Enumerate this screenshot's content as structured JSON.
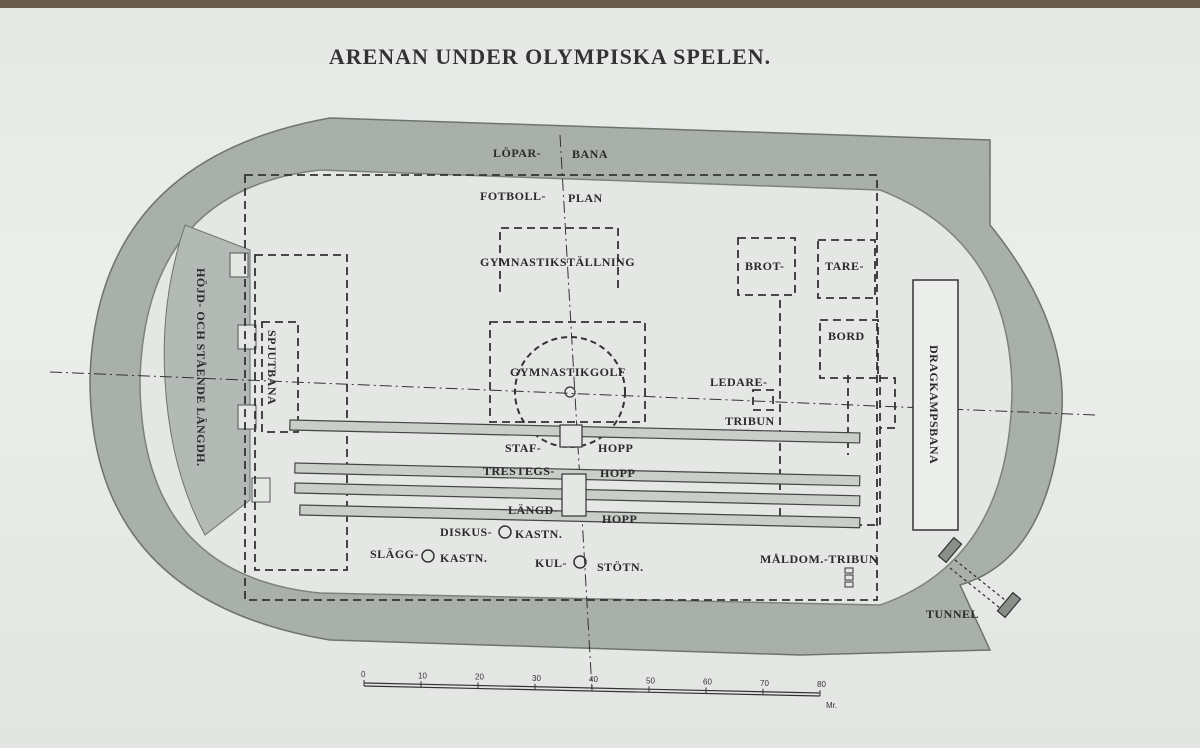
{
  "title": "ARENAN UNDER OLYMPISKA SPELEN.",
  "labels": {
    "lopar": "LÖPAR-",
    "bana": "BANA",
    "fotboll": "FOTBOLL-",
    "plan": "PLAN",
    "gymnastikstallning": "GYMNASTIKSTÄLLNING",
    "brot": "BROT-",
    "tare": "TARE-",
    "bord": "BORD",
    "gymnastikgolf": "GYMNASTIKGOLF",
    "ledare": "LEDARE-",
    "tribun": "TRIBUN",
    "dragkampsbana": "DRAGKAMPSBANA",
    "hojd": "HÖJD- OCH STÅENDE LÄNGDH.",
    "spjutbana": "SPJUTBANA",
    "staf": "STAF-",
    "hopp1": "HOPP",
    "trestegs": "TRESTEGS-",
    "hopp2": "HOPP",
    "langd": "LÄNGD-",
    "hopp3": "HOPP",
    "diskus": "DISKUS-",
    "kastn1": "KASTN.",
    "slagg": "SLÄGG-",
    "kastn2": "KASTN.",
    "kul": "KUL-",
    "stotn": "STÖTN.",
    "maldom": "MÅLDOM.-TRIBUN",
    "tunnel": "TUNNEL"
  },
  "scale": {
    "ticks": [
      "0",
      "10",
      "20",
      "30",
      "40",
      "50",
      "60",
      "70",
      "80"
    ],
    "unit": "Mr."
  },
  "colors": {
    "track": "#a9b0aa",
    "field": "#e4e7e4",
    "ink": "#2a2a2a"
  }
}
